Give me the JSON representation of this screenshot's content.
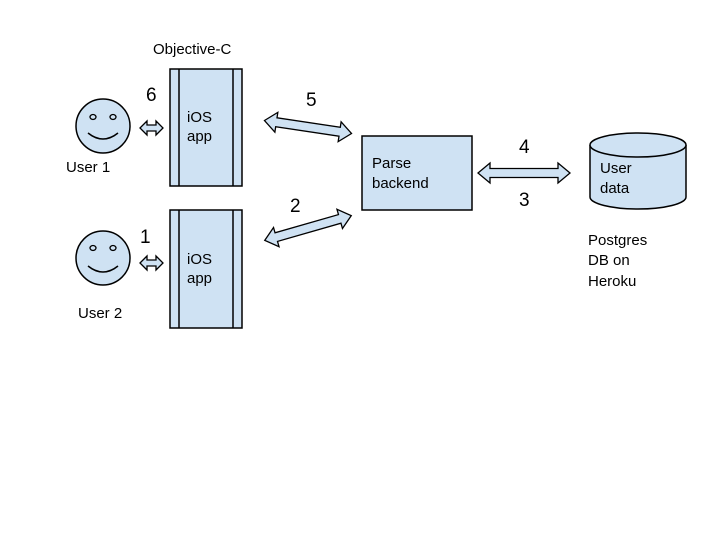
{
  "colors": {
    "fill": "#cfe2f3",
    "stroke": "#000000",
    "background": "#ffffff"
  },
  "header": {
    "language_label": "Objective-C"
  },
  "users": [
    {
      "label": "User 1",
      "icon": "smiley-face-icon"
    },
    {
      "label": "User 2",
      "icon": "smiley-face-icon"
    }
  ],
  "apps": [
    {
      "line1": "iOS",
      "line2": "app"
    },
    {
      "line1": "iOS",
      "line2": "app"
    }
  ],
  "backend": {
    "line1": "Parse",
    "line2": "backend"
  },
  "database": {
    "line1": "User",
    "line2": "data",
    "caption": [
      "Postgres",
      "DB on",
      "Heroku"
    ],
    "icon": "database-cylinder-icon"
  },
  "steps": {
    "user2_to_app": "1",
    "app2_to_backend": "2",
    "backend_to_db": "3",
    "db_to_backend": "4",
    "backend_to_app1": "5",
    "app1_to_user1": "6"
  }
}
